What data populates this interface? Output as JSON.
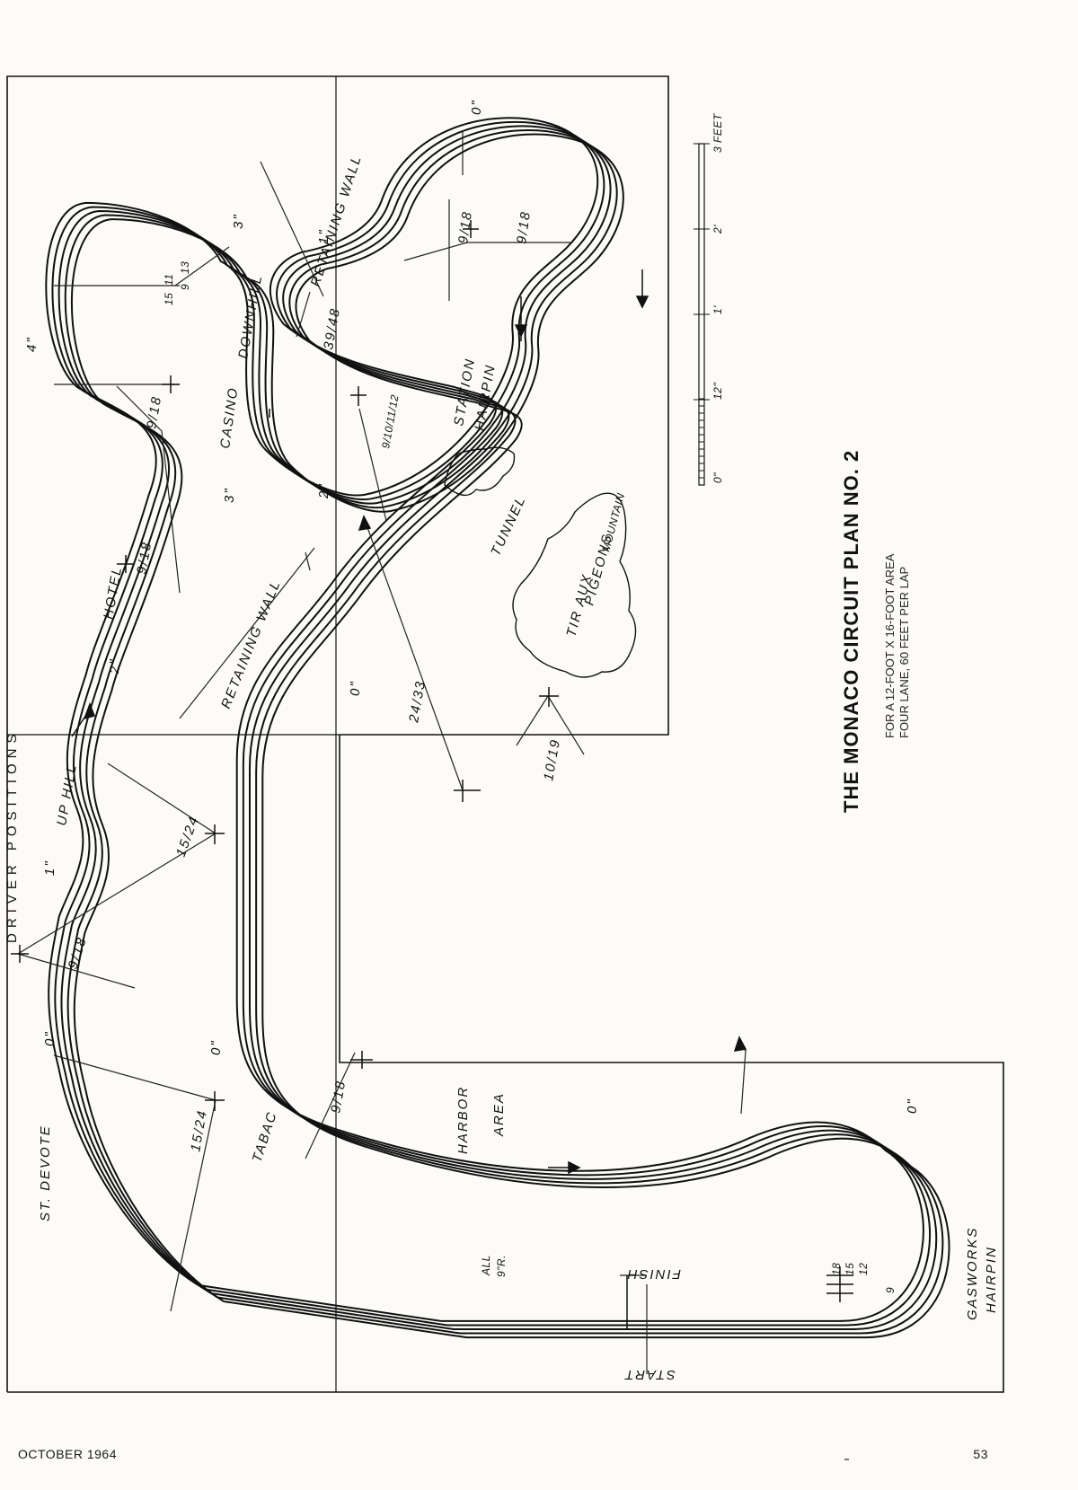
{
  "title": "THE MONACO CIRCUIT PLAN NO. 2",
  "subtitle_line1": "FOR A 12-FOOT X 16-FOOT AREA",
  "subtitle_line2": "FOUR LANE, 60 FEET PER LAP",
  "top_header_fragment": "DRIVER POSITIONS",
  "labels": {
    "st_devote": "ST. DEVOTE",
    "tabac": "TABAC",
    "harbor": "HARBOR",
    "area": "AREA",
    "gasworks": "GASWORKS",
    "hairpin": "HAIRPIN",
    "finish": "FINISH",
    "start": "START",
    "all": "ALL",
    "nine_r": "9\"R.",
    "hotel": "HOTEL",
    "casino": "CASINO",
    "downhill": "DOWNHILL",
    "uphill": "UP HILL",
    "retaining_wall_1": "RETAINING WALL",
    "retaining_wall_2": "RETAINING WALL",
    "station": "STATION",
    "station_hairpin": "HAIRPIN",
    "tunnel": "TUNNEL",
    "tir_aux": "TIR AUX",
    "pigeons": "PIGEONS",
    "mountain": "MOUNTAIN"
  },
  "radii": {
    "r_9_18_a": "9/18",
    "r_9_18_b": "9/18",
    "r_9_18_c": "9/18",
    "r_9_18_d": "9/18",
    "r_9_18_e": "9/18",
    "r_9_18_f": "9/18",
    "r_15_24_a": "15/24",
    "r_15_24_b": "15/24",
    "r_24_33": "24/33",
    "r_10_19": "10/19",
    "r_39_48": "39/48",
    "r_9_10_11_12": "9/10/11/12",
    "r_15_13": "15",
    "r_13": "13",
    "r_11": "11",
    "r_9": "9",
    "gas_18": "18",
    "gas_15": "15",
    "gas_12": "12",
    "gas_9": "9"
  },
  "elevations": {
    "e0_devote": "0\"",
    "e0_tabac": "0\"",
    "e1_uphill": "1\"",
    "e2_hotel": "2\"",
    "e3_casino": "3\"",
    "e4_top": "4\"",
    "e3_retain": "3\"",
    "e1_retain": "1\"",
    "e2_station": "2\"",
    "e0_tunnel": "0\"",
    "e0_right": "0\"",
    "e0_gas": "0\""
  },
  "scale": {
    "ticks": [
      "0\"",
      "12\"",
      "1'",
      "2'",
      "3 FEET"
    ]
  },
  "footer_left": "OCTOBER 1964",
  "footer_right": "53"
}
